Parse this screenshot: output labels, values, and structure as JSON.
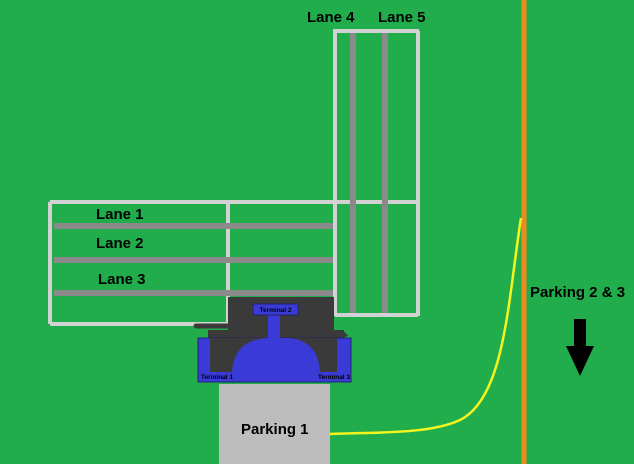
{
  "colors": {
    "grass": "#22ad4c",
    "runway_outline": "#d2d2d2",
    "lane_stripe": "#8a8a8a",
    "terminal_dark": "#3a3a3a",
    "terminal_blue": "#3a3ad6",
    "parking_lot": "#bdbdbd",
    "road": "#f08a1e",
    "path": "#f5f51e",
    "arrow": "#000000"
  },
  "lanes": {
    "lane1": "Lane 1",
    "lane2": "Lane 2",
    "lane3": "Lane 3",
    "lane4": "Lane 4",
    "lane5": "Lane 5"
  },
  "terminals": {
    "t1": "Terminal 1",
    "t2": "Terminal 2",
    "t3": "Terminal 3"
  },
  "parking": {
    "p1": "Parking 1",
    "p23": "Parking 2 & 3"
  },
  "icons": {
    "direction_arrow": "arrow-down-icon"
  }
}
